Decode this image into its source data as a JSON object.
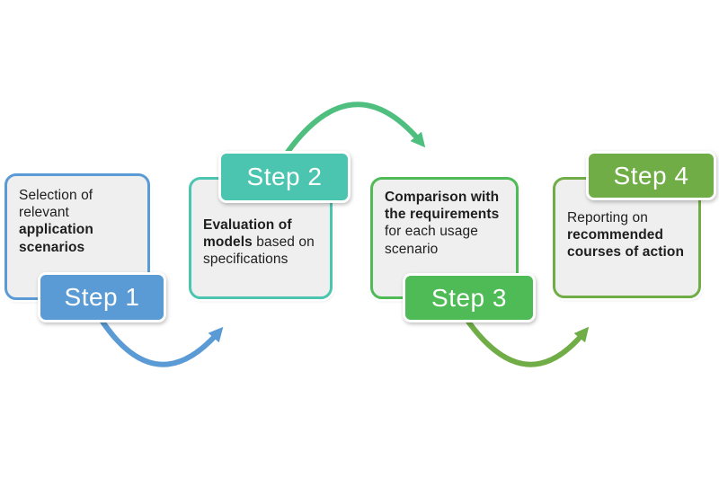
{
  "diagram": {
    "box_fill": "#EFEFEF",
    "steps": [
      {
        "badge": "Step 1",
        "color": "#5B9BD5",
        "description_segments": [
          {
            "text": "Selection of relevant ",
            "bold": false
          },
          {
            "text": "application scenarios",
            "bold": true
          }
        ]
      },
      {
        "badge": "Step 2",
        "color": "#4CC5B0",
        "description_segments": [
          {
            "text": "Evaluation of models",
            "bold": true
          },
          {
            "text": " based on specifications",
            "bold": false
          }
        ]
      },
      {
        "badge": "Step 3",
        "color": "#4EBB56",
        "description_segments": [
          {
            "text": "Comparison with the requirements",
            "bold": true
          },
          {
            "text": " for each usage scenario",
            "bold": false
          }
        ]
      },
      {
        "badge": "Step 4",
        "color": "#70AD47",
        "description_segments": [
          {
            "text": "Reporting on ",
            "bold": false
          },
          {
            "text": "recommended courses of action",
            "bold": true
          }
        ]
      }
    ],
    "arrows": [
      {
        "from": "Step 1",
        "to": "Step 2",
        "color": "#5B9BD5"
      },
      {
        "from": "Step 2",
        "to": "Step 3",
        "color": "#4FBF80"
      },
      {
        "from": "Step 3",
        "to": "Step 4",
        "color": "#70AD47"
      }
    ]
  }
}
